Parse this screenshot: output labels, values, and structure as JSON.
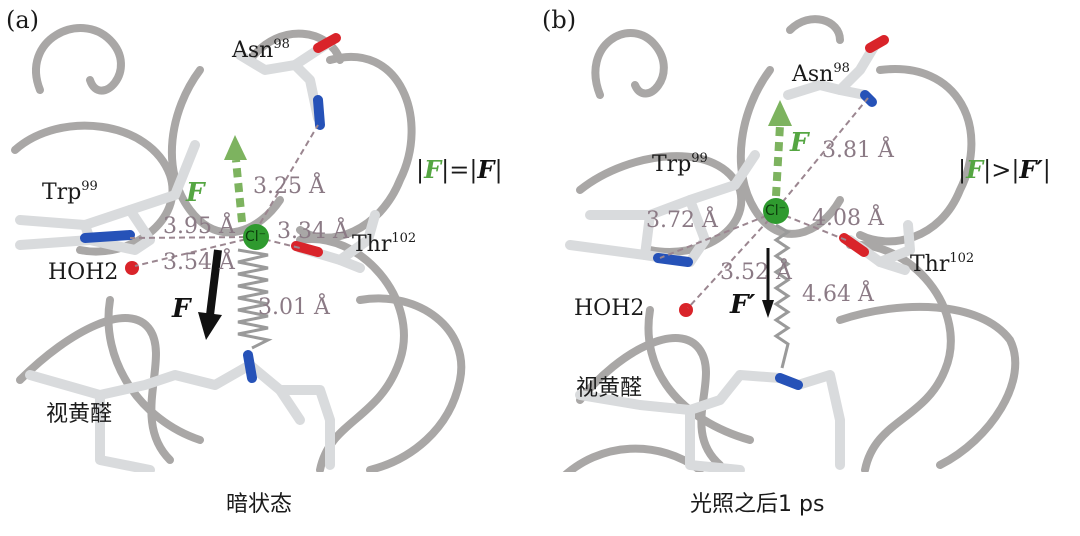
{
  "panels": [
    {
      "label": "(a)",
      "caption": "暗状态",
      "residues": {
        "asn": {
          "name": "Asn",
          "num": "98"
        },
        "trp": {
          "name": "Trp",
          "num": "99"
        },
        "thr": {
          "name": "Thr",
          "num": "102"
        },
        "hoh": "HOH2",
        "retinal": "视黄醛",
        "cl": "Cl⁻"
      },
      "distances": [
        "3.25 Å",
        "3.95 Å",
        "3.34 Å",
        "3.54 Å",
        "3.01 Å"
      ],
      "forces": {
        "green": "F",
        "black": "F"
      },
      "equation": {
        "bar1": "|",
        "f1": "F",
        "mid": "|=|",
        "f2": "F",
        "bar2": "|"
      }
    },
    {
      "label": "(b)",
      "caption": "光照之后1 ps",
      "residues": {
        "asn": {
          "name": "Asn",
          "num": "98"
        },
        "trp": {
          "name": "Trp",
          "num": "99"
        },
        "thr": {
          "name": "Thr",
          "num": "102"
        },
        "hoh": "HOH2",
        "retinal": "视黄醛",
        "cl": "Cl⁻"
      },
      "distances": [
        "3.81 Å",
        "3.72 Å",
        "4.08 Å",
        "3.52 Å",
        "4.64 Å"
      ],
      "forces": {
        "green": "F",
        "black": "F′"
      },
      "equation": {
        "bar1": "|",
        "f1": "F",
        "mid": "|>|",
        "f2": "F′",
        "bar2": "|"
      }
    }
  ],
  "colors": {
    "ribbon": "#a9a7a6",
    "stick": "#d9dbdd",
    "oxygen": "#d9242a",
    "nitrogen": "#2652b8",
    "chloride": "#2f9a2f",
    "green_arrow": "#7db35f",
    "bond_dash": "#9b8690",
    "spring": "#9a9a9a"
  }
}
